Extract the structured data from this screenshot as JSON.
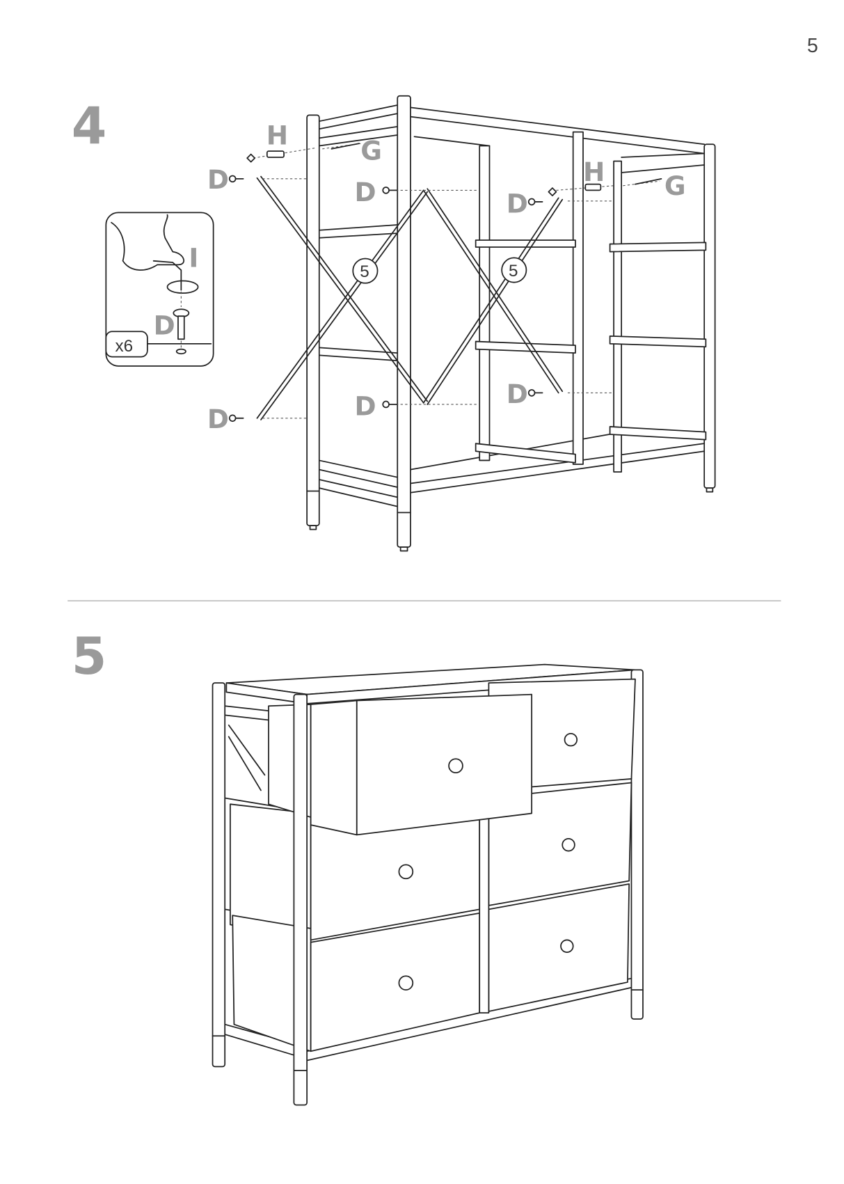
{
  "page_number": "5",
  "step4": {
    "step_label": "4",
    "part_labels": {
      "H": "H",
      "G": "G",
      "D": "D",
      "I": "I"
    },
    "callout_number": "5",
    "inset_quantity": "x6"
  },
  "step5": {
    "step_label": "5"
  },
  "colors": {
    "label_gray": "#9a9a9a",
    "line": "#222222",
    "divider": "#bbbbbb"
  }
}
